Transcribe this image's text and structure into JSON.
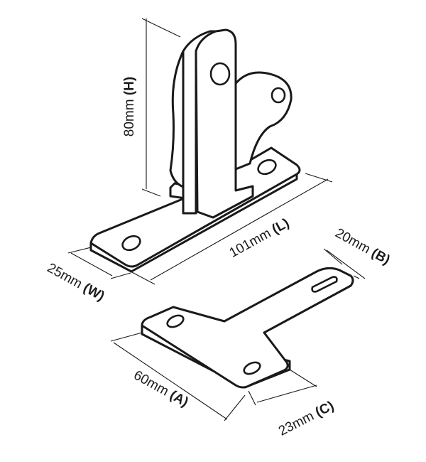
{
  "dimensions": {
    "height": {
      "value": "80mm",
      "code": "(H)"
    },
    "length": {
      "value": "101mm",
      "code": "(L)"
    },
    "width": {
      "value": "25mm",
      "code": "(W)"
    },
    "b": {
      "value": "20mm",
      "code": "(B)"
    },
    "a": {
      "value": "60mm",
      "code": "(A)"
    },
    "c": {
      "value": "23mm",
      "code": "(C)"
    }
  },
  "colors": {
    "line": "#1a1a1a",
    "fill": "#ffffff"
  }
}
